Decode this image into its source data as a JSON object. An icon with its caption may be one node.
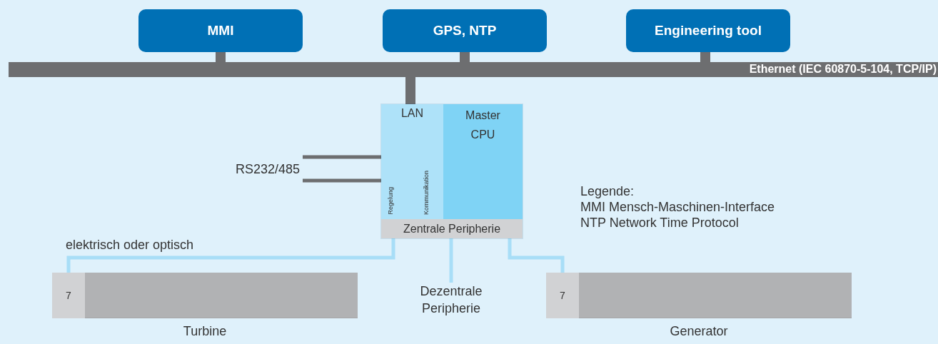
{
  "diagram": {
    "nodes": [
      {
        "text": [
          "MMI"
        ]
      },
      {
        "text": [
          "GPS, NTP"
        ]
      },
      {
        "text": [
          "Engineering tool"
        ]
      },
      {
        "text": [
          "Ethernet (IEC 60870-5-104, TCP/IP)"
        ]
      },
      {
        "text": [],
        "shape": "box"
      },
      {
        "text": [
          "LAN",
          "Regelung",
          "Kommunikation"
        ],
        "in": 4
      },
      {
        "text": [
          "Master CPU"
        ],
        "in": 4
      },
      {
        "text": [
          "Zentrale Peripherie"
        ],
        "in": 4
      },
      {
        "text": [
          "RS232/485"
        ]
      },
      {
        "text": [],
        "shape": "bar",
        "beside": [
          "Turbine"
        ]
      },
      {
        "text": [
          "7"
        ],
        "in": 9
      },
      {
        "text": [],
        "shape": "bar",
        "beside": [
          "Generator"
        ]
      },
      {
        "text": [
          "7"
        ],
        "in": 11
      },
      {
        "text": [
          "Dezentrale Peripherie"
        ]
      }
    ],
    "edges": [
      {
        "from": 0,
        "to": 3,
        "arrow": "none",
        "style": "thick"
      },
      {
        "from": 1,
        "to": 3,
        "arrow": "none",
        "style": "thick"
      },
      {
        "from": 2,
        "to": 3,
        "arrow": "none",
        "style": "thick"
      },
      {
        "from": 3,
        "to": 5,
        "arrow": "none",
        "style": "thick"
      },
      {
        "from": 5,
        "to": 8,
        "arrow": "none"
      },
      {
        "from": 5,
        "to": 8,
        "arrow": "none"
      },
      {
        "from": 7,
        "to": 10,
        "arrow": "none",
        "color": "#a8def7",
        "label": "elektrisch oder optisch"
      },
      {
        "from": 7,
        "to": 13,
        "arrow": "none",
        "color": "#a8def7"
      },
      {
        "from": 7,
        "to": 12,
        "arrow": "none",
        "color": "#a8def7"
      }
    ],
    "labels": [
      "Legende:",
      "MMI Mensch-Maschinen-Interface",
      "NTP Network Time Protocol"
    ]
  }
}
